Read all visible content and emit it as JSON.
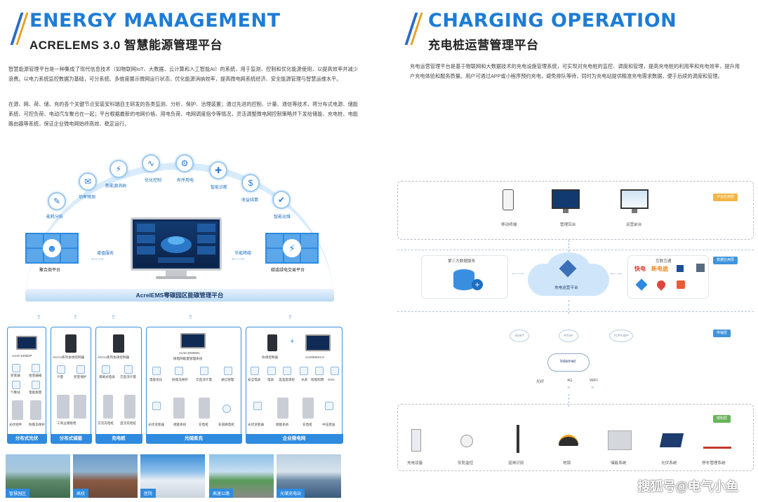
{
  "left": {
    "title_en": "ENERGY MANAGEMENT",
    "title_cn": "ACRELEMS 3.0 智慧能源管理平台",
    "para1": "智慧能源管理平台是一种集成了现代信息技术（如物联网IoT、大数据、云计算和人工智能AI）的系统，用于监测、控制和优化能源使用，以提高效率并减少浪费。以电力系统监控数据为基础，可分系统、多维度展示微网运行状态，优化能源消纳效率，提高微电网系统经济、安全能源管理与智慧运维水平。",
    "para2": "在源、网、荷、储、充的各个关键节点安装安科瑞自主研发的各类监测、分析、保护、治理装置；通过先进的控制、计量、通信等技术，将分布式电源、储能系统、可控负荷、电动汽车聚合在一起；平台根据最新的电网价格、用电负荷、电网调度指令等情况，灵活调整微电网控制策略并下发给储能、充电桩、电能路由器等系统，保证企业微电网始终高效、稳定运行。",
    "bubbles": [
      "能耗分析",
      "功率预测",
      "新能源消纳",
      "优化控制",
      "有序用电",
      "智能诊断",
      "收益结算",
      "智能运维"
    ],
    "agg_platform": "聚合商平台",
    "carbon_platform": "碳或绿电交易平台",
    "arrow_left": "增值服务",
    "arrow_right": "节能降碳",
    "platform_name": "AcrelEMS零碳园区能碳管理平台",
    "cards": [
      {
        "foot": "分布式光伏",
        "items": [
          "Acrel-1000DP",
          "逆变器",
          "组变器箱",
          "气象站",
          "电能质量",
          "光伏组件",
          "防孤岛保护"
        ]
      },
      {
        "foot": "分布式储能",
        "items": [
          "ACCU系列协调控制器",
          "计量",
          "逆变保护",
          "工商业储能柜"
        ]
      },
      {
        "foot": "充电桩",
        "items": [
          "ACCU系列协调控制器",
          "隔离式电表",
          "交直流计量",
          "交流充电桩",
          "直流充电桩"
        ]
      },
      {
        "foot": "光储柔充",
        "items": [
          "Acrel-2000MG",
          "微电网能量管理系统",
          "电能优化",
          "防孤岛保护",
          "交直流计量",
          "通信管理",
          "光伏逆变器",
          "储能系统",
          "充电桩",
          "非道路电机"
        ]
      },
      {
        "foot": "企业微电网",
        "items": [
          "协调控制器",
          "AcrelEMS2.0",
          "安全电表",
          "电表",
          "温湿度调控",
          "水表",
          "智能照明",
          "SVG",
          "光伏逆变器",
          "储能系统",
          "充电桩",
          "中压变送"
        ]
      }
    ],
    "photos": [
      "智慧园区",
      "高校",
      "医院",
      "高速公路",
      "光储充电站"
    ]
  },
  "right": {
    "title_en": "CHARGING OPERATION",
    "title_cn": "充电桩运营管理平台",
    "para": "充电运营管理平台是基于物联网和大数据技术的充电设施管理系统，可实现对充电桩的监控、调度和管理，提高充电桩的利用率和充电效率，提升用户充电体验和服务质量。用户可通过APP或小程序预约充电，避免排队等待，同时为充电站提供精准充电需求数据，便于后续的调度和管理。",
    "layer1": {
      "tag": "平台应用层",
      "items": [
        "移动终端",
        "管理后台",
        "运营前台"
      ]
    },
    "layer2": {
      "tag": "数据应用层",
      "third_party": "第三方数据服务",
      "center": "充电运营平台",
      "interconnect": "互联互通",
      "brands": [
        "快电",
        "新电途"
      ]
    },
    "layer3": {
      "tag": "传输层",
      "protocols": [
        "4G/5T",
        "RTSP",
        "TCP/UDP"
      ],
      "internet": "Internet",
      "links": [
        "光纤",
        "4G",
        "WIFI"
      ]
    },
    "layer4": {
      "tag": "感知层",
      "devices": [
        "充电设备",
        "安防监控",
        "道闸识别",
        "地锁",
        "储能系统",
        "光伏系统",
        "停车管理系统"
      ]
    }
  },
  "watermark": "搜狐号@电气小鱼"
}
